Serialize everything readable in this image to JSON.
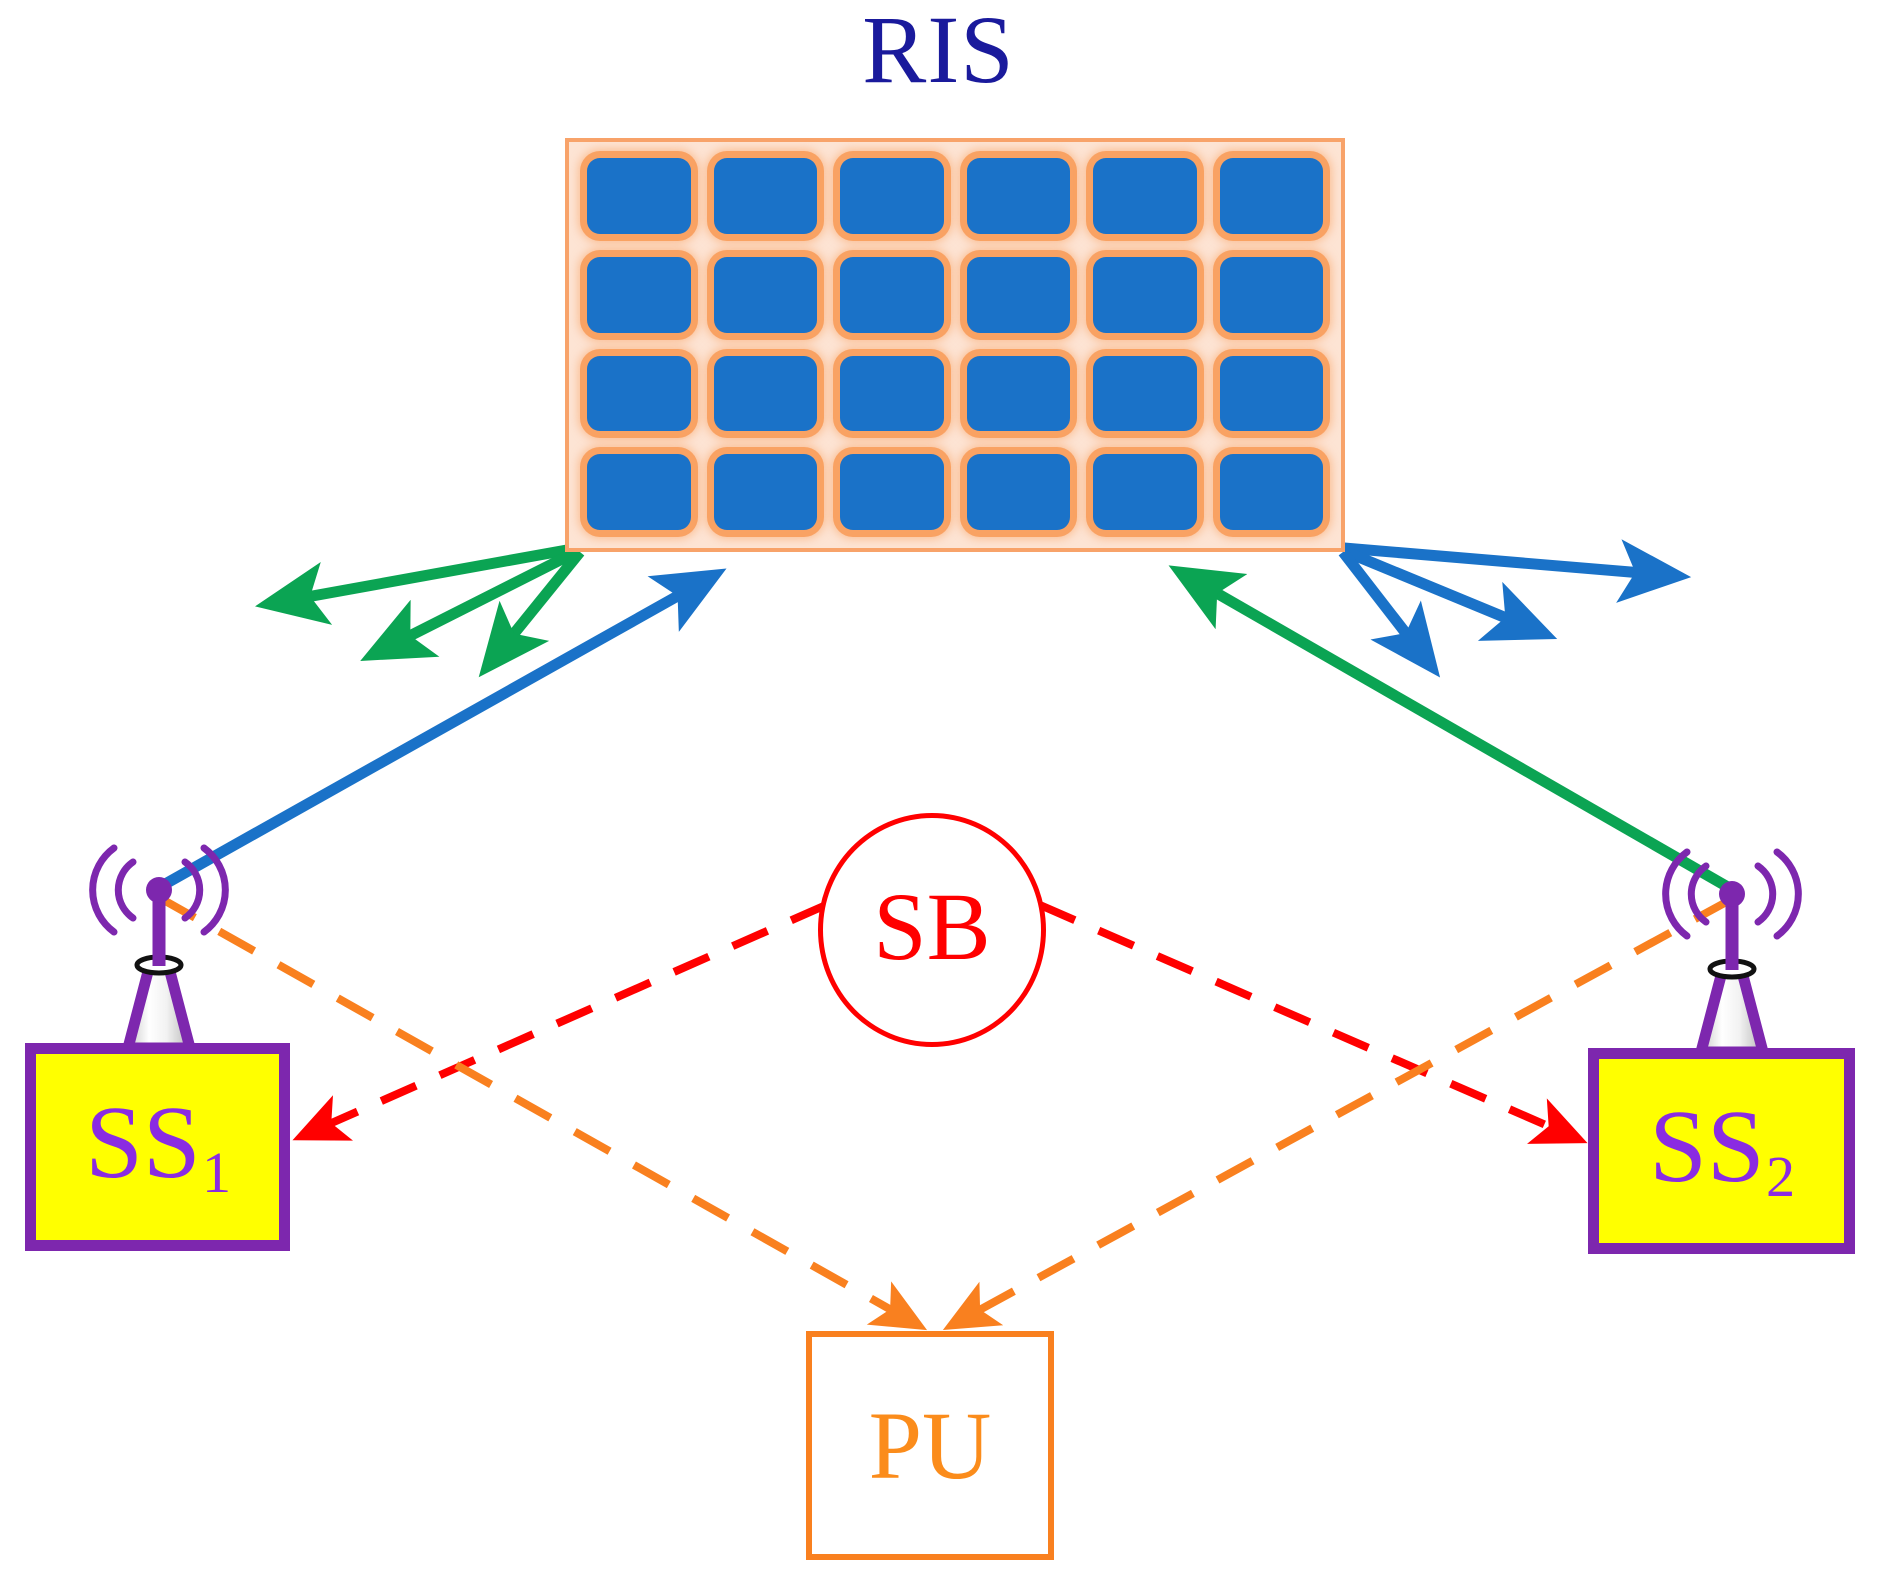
{
  "diagram": {
    "title": "RIS",
    "title_color": "#1a1a9c",
    "background": "#ffffff"
  },
  "ris": {
    "label": "RIS",
    "panel_fill": "#fde4d4",
    "panel_border": "#f8a36a",
    "element_fill": "#1a72c8",
    "element_glow": "#f9a263",
    "rows": 4,
    "cols": 6,
    "element_count": 24
  },
  "nodes": {
    "sb": {
      "label": "SB",
      "shape": "circle",
      "color": "#ff0000",
      "fill": "#ffffff"
    },
    "ss1": {
      "label": "SS",
      "subscript": "1",
      "shape": "rect",
      "fill": "#ffff00",
      "border": "#7d27ae",
      "text_color": "#8a2be2",
      "has_antenna": true
    },
    "ss2": {
      "label": "SS",
      "subscript": "2",
      "shape": "rect",
      "fill": "#ffff00",
      "border": "#7d27ae",
      "text_color": "#8a2be2",
      "has_antenna": true
    },
    "pu": {
      "label": "PU",
      "shape": "rect",
      "fill": "#ffffff",
      "border": "#f9801f",
      "text_color": "#fb8c1b"
    }
  },
  "links": [
    {
      "name": "ss1-to-ris",
      "from": "ss1",
      "to": "ris",
      "color": "#1a72c8",
      "style": "solid",
      "arrow": "end"
    },
    {
      "name": "ris-reflect-left-fan",
      "from": "ris",
      "to": "free-space-left",
      "color": "#0ba453",
      "style": "solid",
      "arrow": "end",
      "count": 3
    },
    {
      "name": "ss2-to-ris",
      "from": "ss2",
      "to": "ris",
      "color": "#0ba453",
      "style": "solid",
      "arrow": "end"
    },
    {
      "name": "ris-reflect-right-fan",
      "from": "ris",
      "to": "free-space-right",
      "color": "#1a72c8",
      "style": "solid",
      "arrow": "end",
      "count": 3
    },
    {
      "name": "sb-to-ss1",
      "from": "sb",
      "to": "ss1",
      "color": "#ff0000",
      "style": "dashed",
      "arrow": "end"
    },
    {
      "name": "sb-to-ss2",
      "from": "sb",
      "to": "ss2",
      "color": "#ff0000",
      "style": "dashed",
      "arrow": "end"
    },
    {
      "name": "ss1-to-pu-interference",
      "from": "ss1",
      "to": "pu",
      "color": "#f9801f",
      "style": "dashed",
      "arrow": "end"
    },
    {
      "name": "ss2-to-pu-interference",
      "from": "ss2",
      "to": "pu",
      "color": "#f9801f",
      "style": "dashed",
      "arrow": "end"
    }
  ],
  "colors": {
    "blue": "#1a72c8",
    "green": "#0ba453",
    "red": "#ff0000",
    "orange": "#f9801f",
    "purple": "#7d27ae",
    "yellow": "#ffff00",
    "navy": "#1a1a9c",
    "peach": "#fde4d4"
  }
}
